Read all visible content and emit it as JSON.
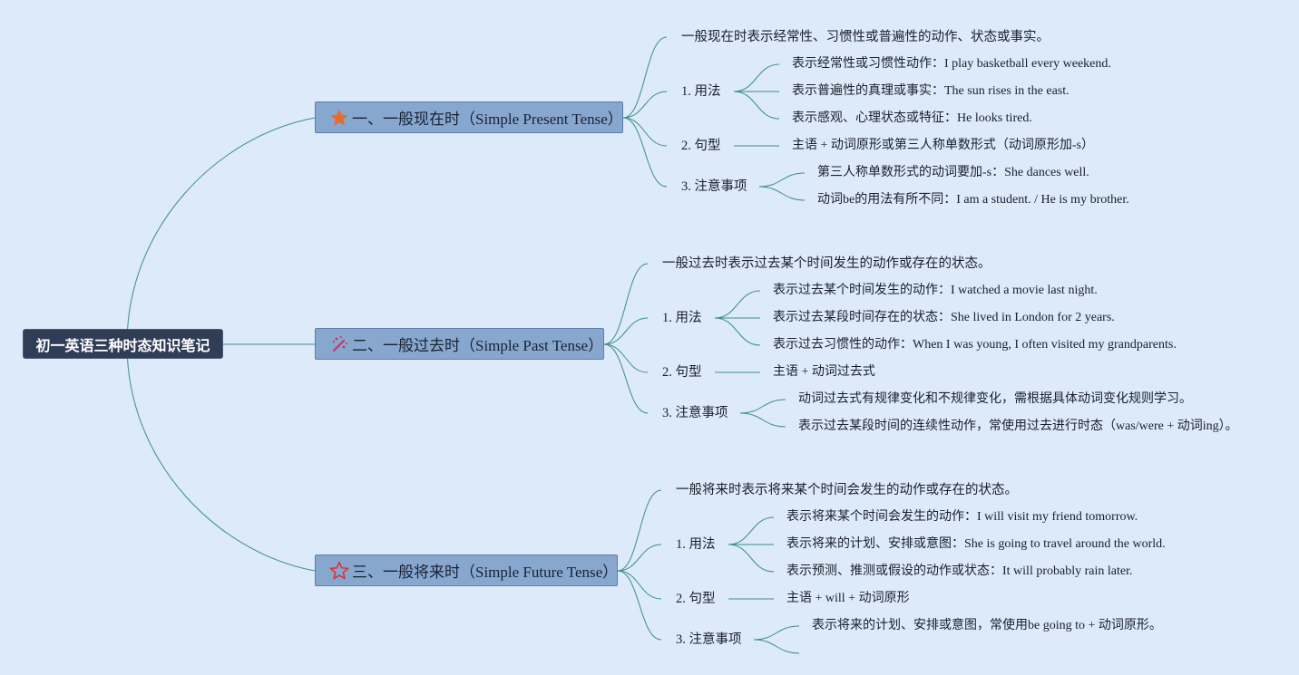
{
  "root": "初一英语三种时态知识笔记",
  "branches": [
    {
      "title": "一、一般现在时（Simple Present Tense）",
      "icon": "orange-star-icon",
      "intro": "一般现在时表示经常性、习惯性或普遍性的动作、状态或事实。",
      "usage_label": "1. 用法",
      "usage": [
        "表示经常性或习惯性动作：I play basketball every weekend.",
        "表示普遍性的真理或事实：The sun rises in the east.",
        "表示感观、心理状态或特征：He looks tired."
      ],
      "pattern_label": "2. 句型",
      "pattern": "主语 + 动词原形或第三人称单数形式（动词原形加-s）",
      "notes_label": "3. 注意事项",
      "notes": [
        "第三人称单数形式的动词要加-s：She dances well.",
        "动词be的用法有所不同：I am a student. / He is my brother."
      ]
    },
    {
      "title": "二、一般过去时（Simple Past Tense）",
      "icon": "magic-wand-icon",
      "intro": "一般过去时表示过去某个时间发生的动作或存在的状态。",
      "usage_label": "1. 用法",
      "usage": [
        "表示过去某个时间发生的动作：I watched a movie last night.",
        "表示过去某段时间存在的状态：She lived in London for 2 years.",
        "表示过去习惯性的动作：When I was young, I often visited my grandparents."
      ],
      "pattern_label": "2. 句型",
      "pattern": "主语 + 动词过去式",
      "notes_label": "3. 注意事项",
      "notes": [
        "动词过去式有规律变化和不规律变化，需根据具体动词变化规则学习。",
        "表示过去某段时间的连续性动作，常使用过去进行时态（was/were + 动词ing）。"
      ]
    },
    {
      "title": "三、一般将来时（Simple Future Tense）",
      "icon": "red-outline-star-icon",
      "intro": "一般将来时表示将来某个时间会发生的动作或存在的状态。",
      "usage_label": "1. 用法",
      "usage": [
        "表示将来某个时间会发生的动作：I will visit my friend tomorrow.",
        "表示将来的计划、安排或意图：She is going to travel around the world.",
        "表示预测、推测或假设的动作或状态：It will probably rain later."
      ],
      "pattern_label": "2. 句型",
      "pattern": "主语 + will + 动词原形",
      "notes_label": "3. 注意事项",
      "notes": [
        "表示将来的计划、安排或意图，常使用be going to + 动词原形。",
        ""
      ]
    }
  ],
  "colors": {
    "background": "#dceafa",
    "root_fill": "#2f3d57",
    "branch_fill": "#87a7cf",
    "line": "#3e8e86"
  }
}
